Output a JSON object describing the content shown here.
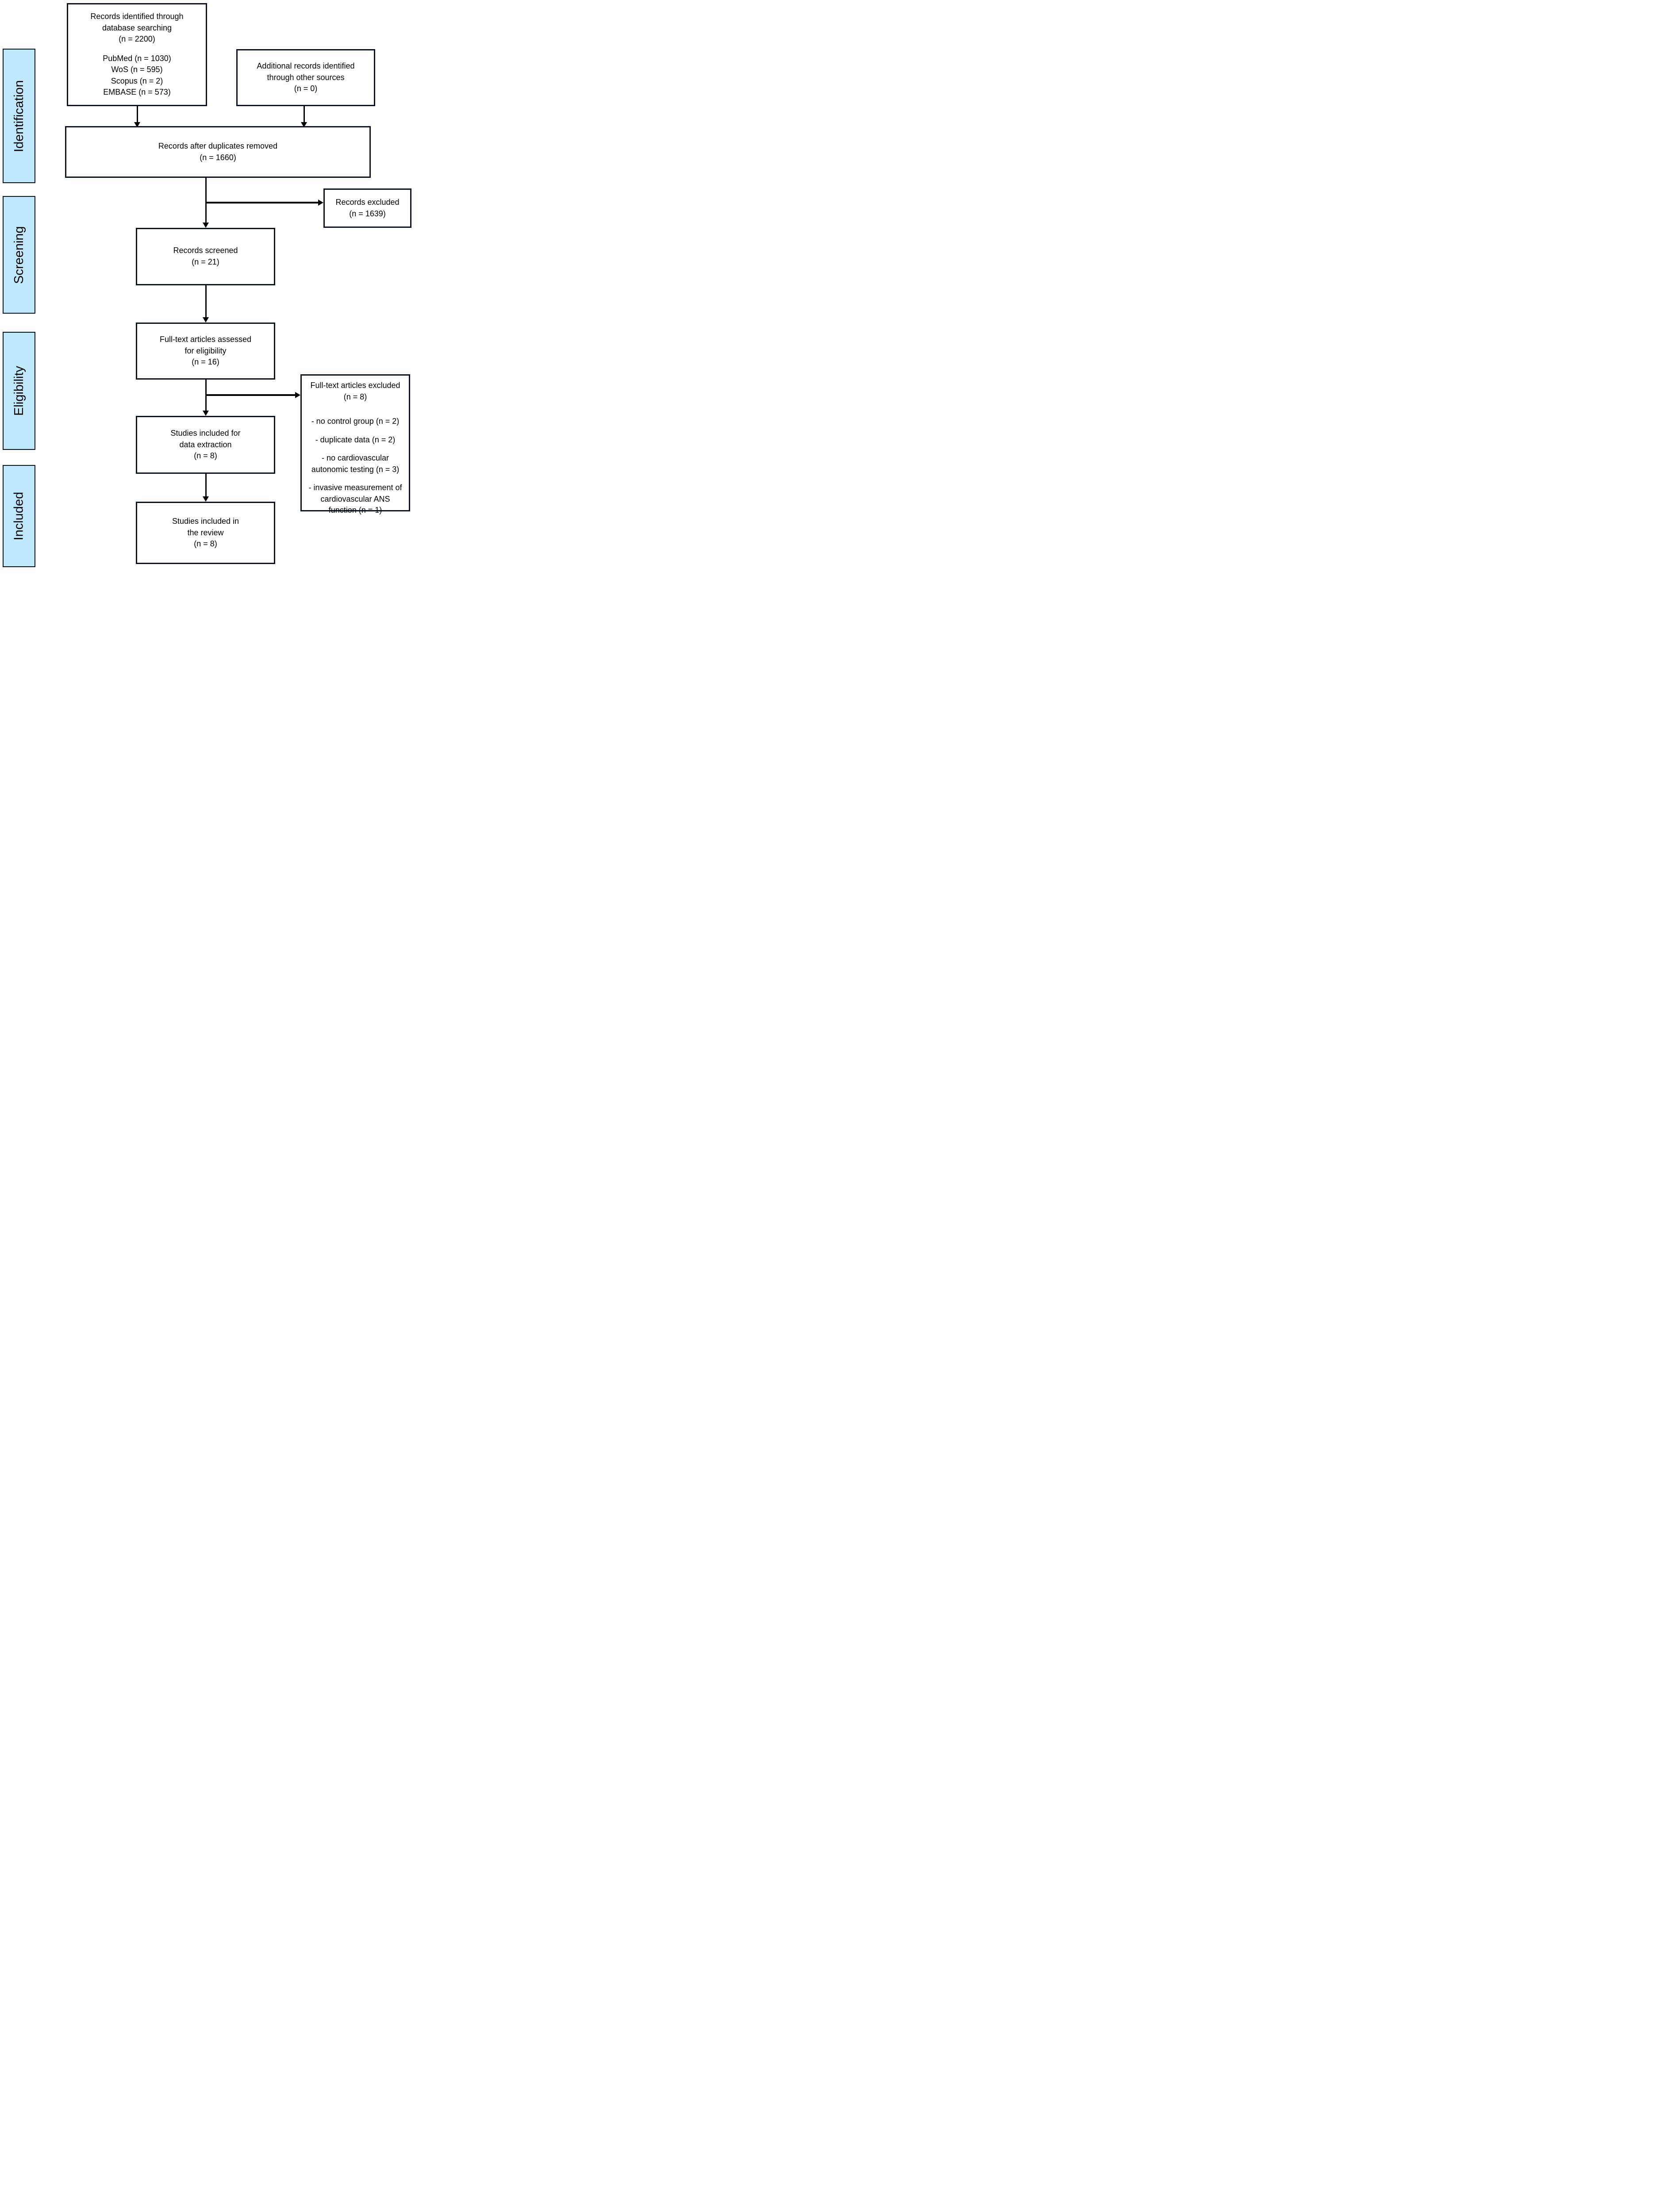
{
  "diagram": {
    "title_semantic": "PRISMA flow diagram",
    "colors": {
      "stage_fill": "#bfe8fc",
      "border": "#0d1220",
      "arrow": "#000000",
      "background": "#ffffff",
      "text": "#000000"
    },
    "stages": [
      {
        "id": "identification",
        "label": "Identification"
      },
      {
        "id": "screening",
        "label": "Screening"
      },
      {
        "id": "eligibility",
        "label": "Eligibility"
      },
      {
        "id": "included",
        "label": "Included"
      }
    ],
    "boxes": {
      "records_identified": {
        "title_lines": [
          "Records identified through",
          "database searching",
          "(n = 2200)"
        ],
        "source_lines": [
          "PubMed (n = 1030)",
          "WoS (n = 595)",
          "Scopus (n = 2)",
          "EMBASE (n = 573)"
        ]
      },
      "additional_records": {
        "lines": [
          "Additional records identified",
          "through other sources",
          "(n = 0)"
        ]
      },
      "records_after_duplicates": {
        "lines": [
          "Records after duplicates removed",
          "(n = 1660)"
        ]
      },
      "records_excluded": {
        "lines": [
          "Records excluded",
          "(n = 1639)"
        ]
      },
      "records_screened": {
        "lines": [
          "Records screened",
          "(n = 21)"
        ]
      },
      "full_text_assessed": {
        "lines": [
          "Full-text articles assessed",
          "for eligibility",
          "(n = 16)"
        ]
      },
      "full_text_excluded": {
        "title_lines": [
          "Full-text articles excluded",
          "(n = 8)"
        ],
        "reasons": [
          [
            "- no control group (n = 2)"
          ],
          [
            "- duplicate data (n = 2)"
          ],
          [
            "- no cardiovascular",
            "autonomic testing (n = 3)"
          ],
          [
            "- invasive measurement of",
            "cardiovascular ANS",
            "function (n = 1)"
          ]
        ]
      },
      "studies_data_extraction": {
        "lines": [
          "Studies included for",
          "data extraction",
          "(n = 8)"
        ]
      },
      "studies_review": {
        "lines": [
          "Studies included in",
          "the review",
          "(n = 8)"
        ]
      }
    }
  }
}
